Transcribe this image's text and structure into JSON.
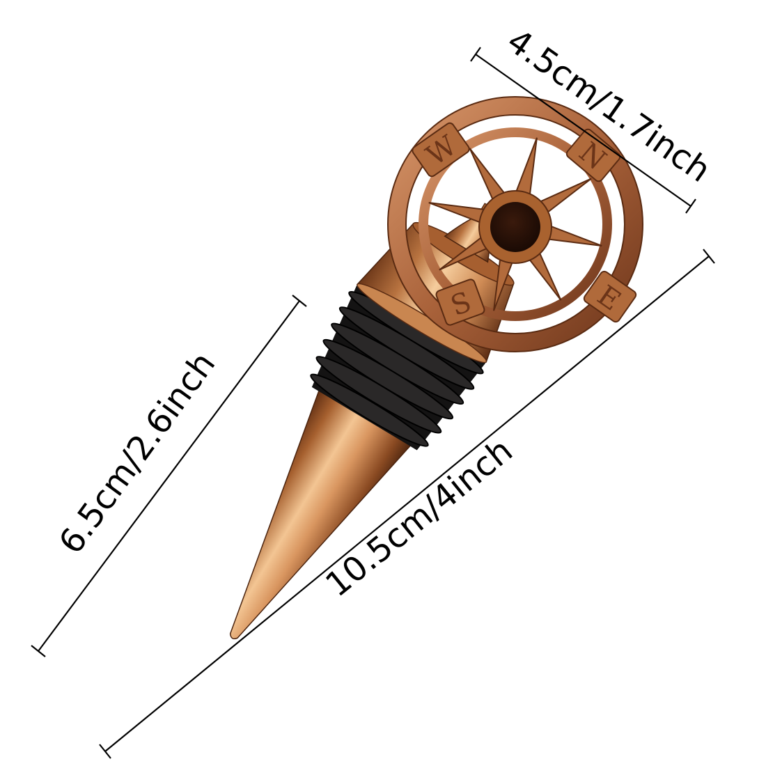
{
  "product": {
    "name": "compass-wine-bottle-stopper",
    "compass_letters": [
      "W",
      "N",
      "S",
      "E"
    ]
  },
  "dimensions": {
    "head_width": "4.5cm/1.7inch",
    "stopper_length": "6.5cm/2.6inch",
    "total_length": "10.5cm/4inch"
  },
  "colors": {
    "background": "#ffffff",
    "copper_light": "#f1c08f",
    "copper_mid": "#c17a45",
    "copper_dark": "#6b3418",
    "rubber": "#1c1b1b",
    "line": "#000000"
  }
}
